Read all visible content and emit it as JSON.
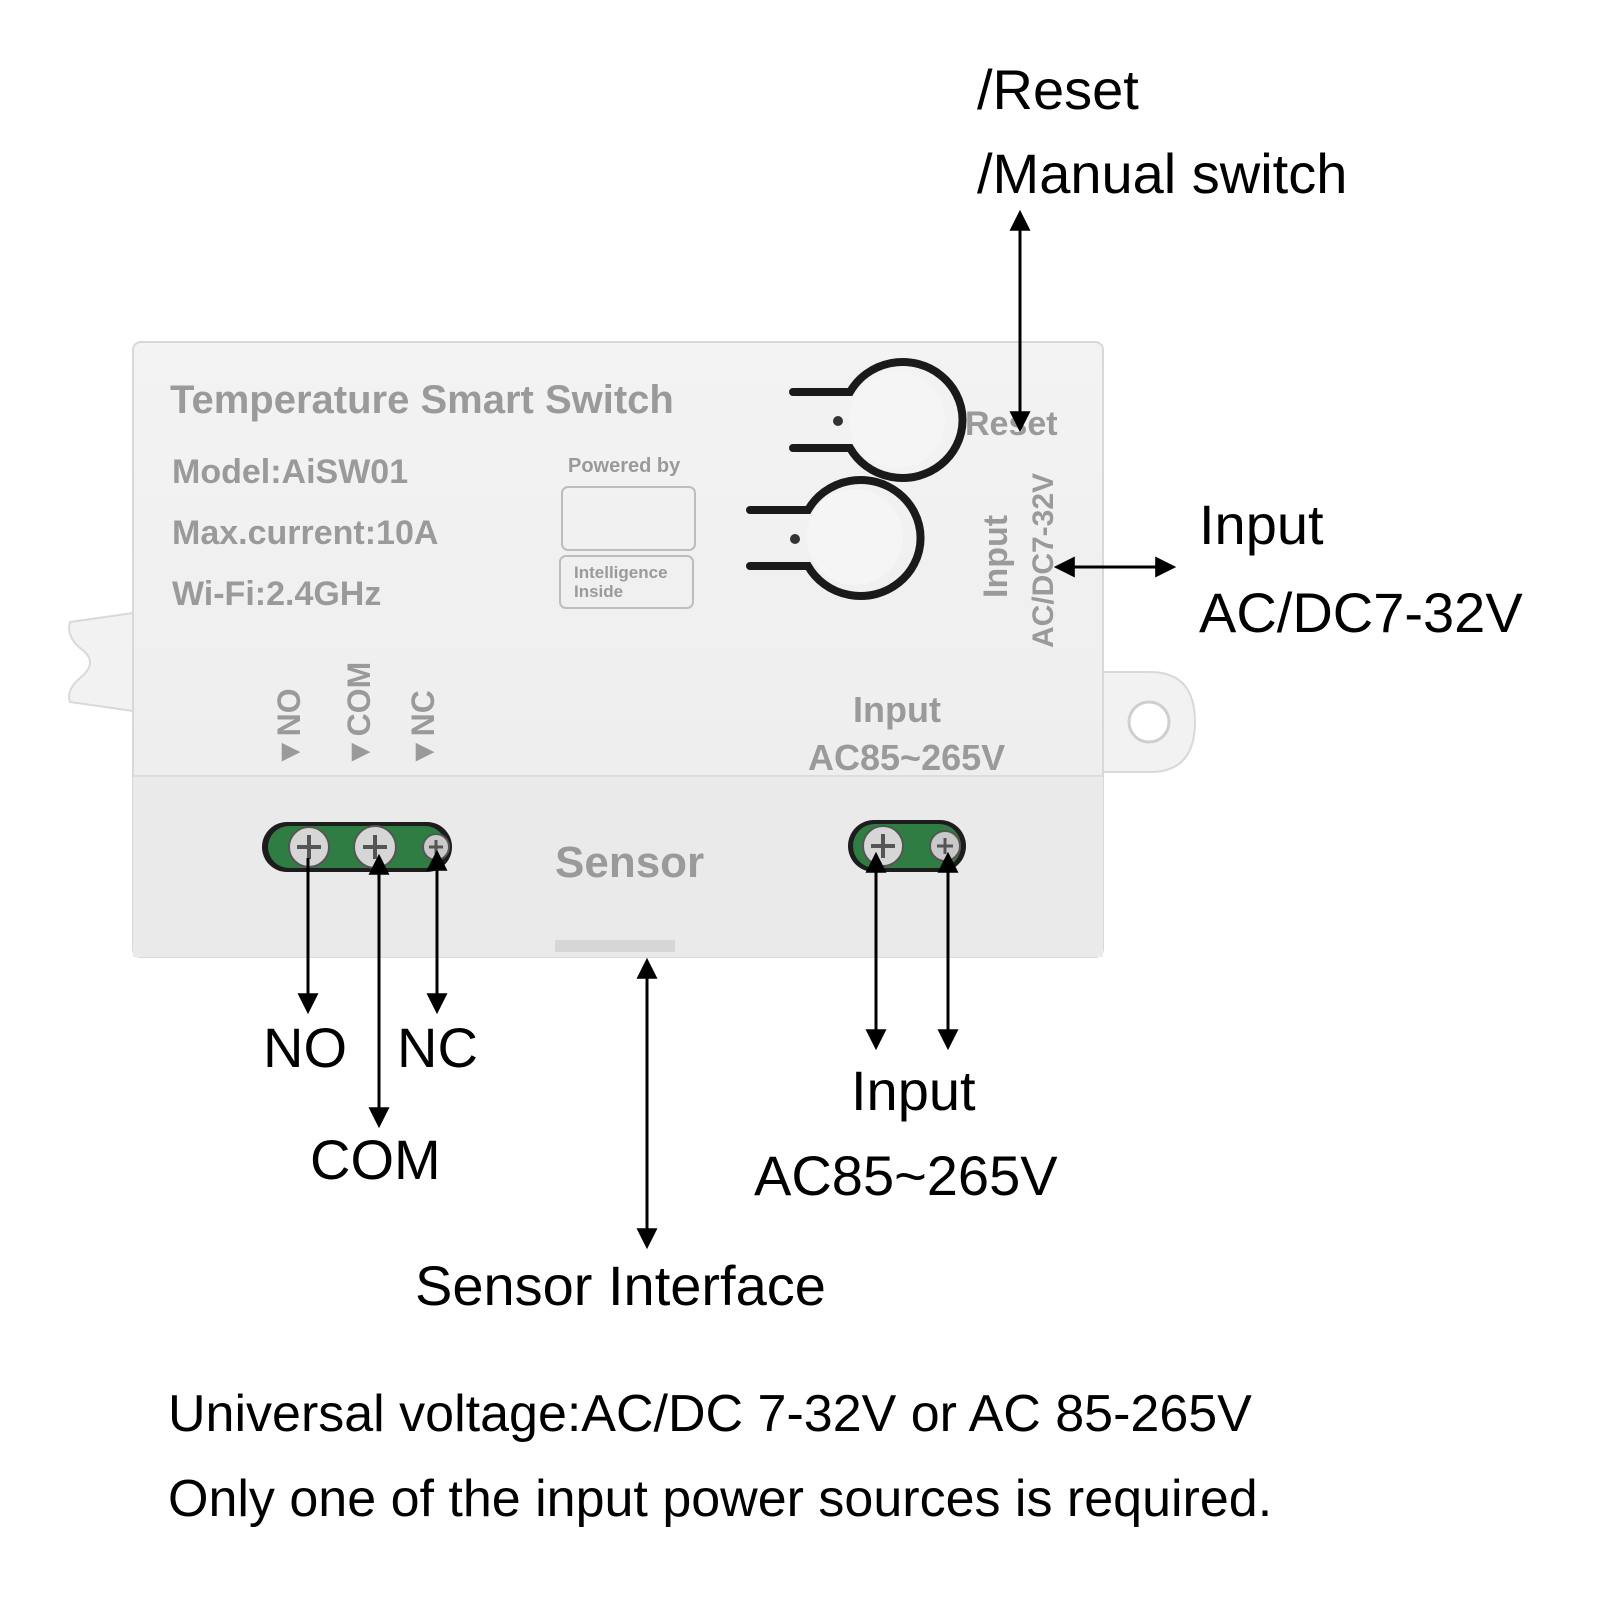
{
  "callouts": {
    "reset_line1": "/Reset",
    "reset_line2": "/Manual switch",
    "dc_input_title": "Input",
    "dc_input_voltage": "AC/DC7-32V",
    "no": "NO",
    "nc": "NC",
    "com": "COM",
    "ac_input_title": "Input",
    "ac_input_voltage": "AC85~265V",
    "sensor_interface": "Sensor Interface"
  },
  "device": {
    "title": "Temperature Smart Switch",
    "model": "Model:AiSW01",
    "max_current": "Max.current:10A",
    "wifi": "Wi-Fi:2.4GHz",
    "powered_by": "Powered by",
    "intelligence_line1": "Intelligence",
    "intelligence_line2": "Inside",
    "reset_label": "Reset",
    "side_input_title": "Input",
    "side_input_voltage": "AC/DC7-32V",
    "terminal_no": "▼NO",
    "terminal_com": "▼COM",
    "terminal_nc": "▼NC",
    "ac_input_title": "Input",
    "ac_input_voltage": "AC85~265V",
    "sensor_label": "Sensor"
  },
  "notes": {
    "line1": "Universal voltage:AC/DC 7-32V or AC 85-265V",
    "line2": "Only one of the input power sources is required."
  }
}
